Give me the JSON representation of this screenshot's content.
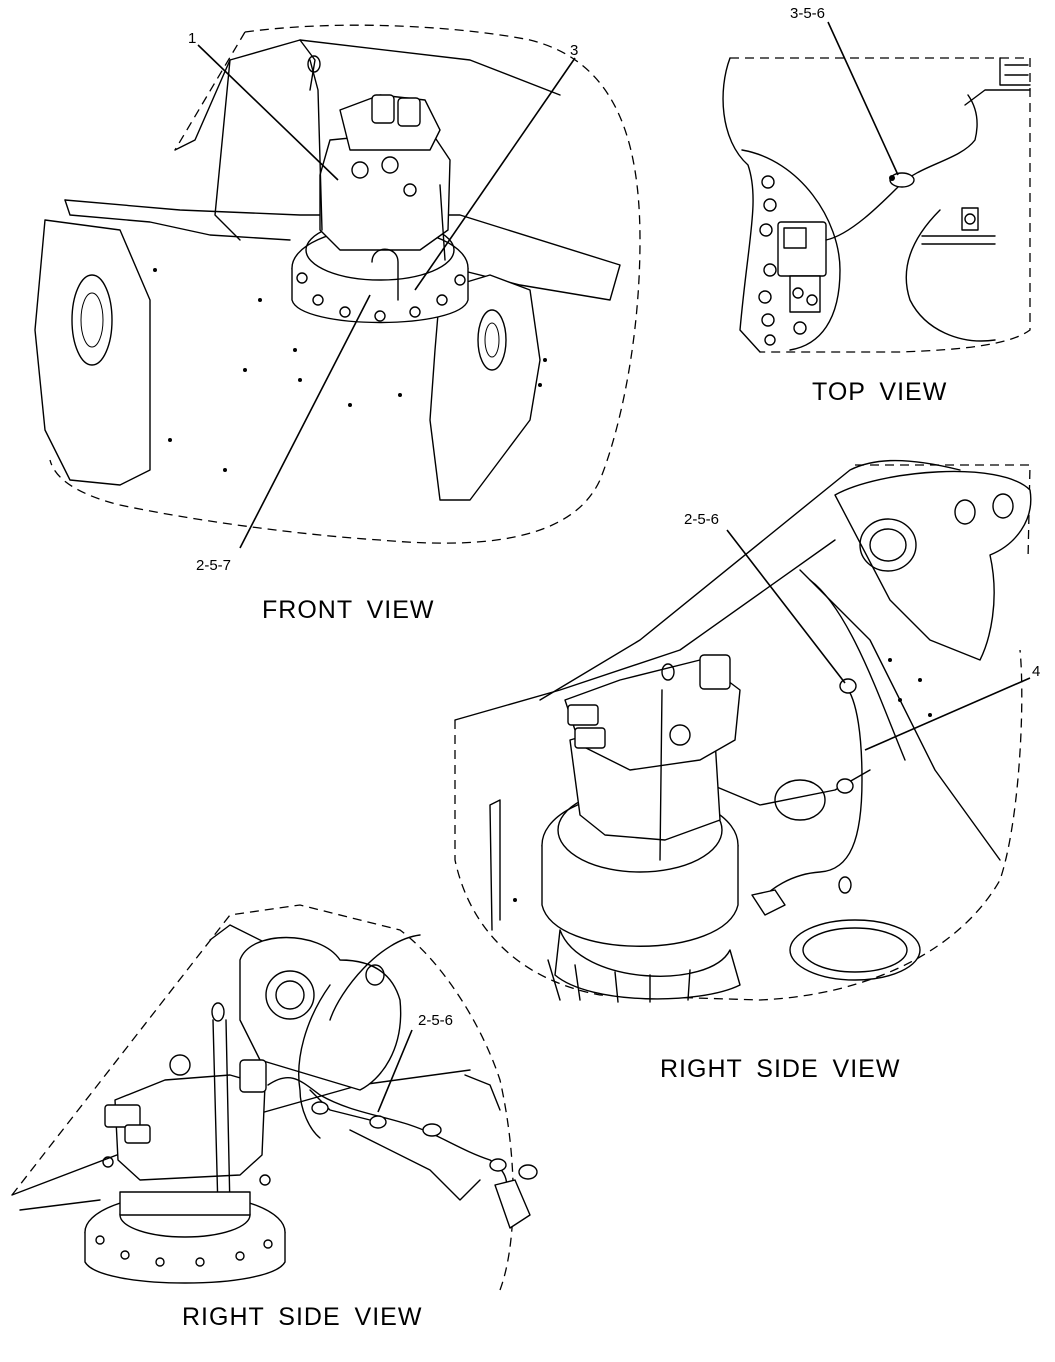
{
  "views": {
    "front": {
      "title": "FRONT VIEW"
    },
    "top": {
      "title": "TOP VIEW"
    },
    "right_side_1": {
      "title": "RIGHT SIDE VIEW"
    },
    "right_side_2": {
      "title": "RIGHT SIDE VIEW"
    }
  },
  "callouts": {
    "front_1": "1",
    "front_3": "3",
    "front_2_5_7": "2-5-7",
    "top_3_5_6": "3-5-6",
    "right1_2_5_6": "2-5-6",
    "right1_4": "4",
    "right2_2_5_6": "2-5-6"
  }
}
